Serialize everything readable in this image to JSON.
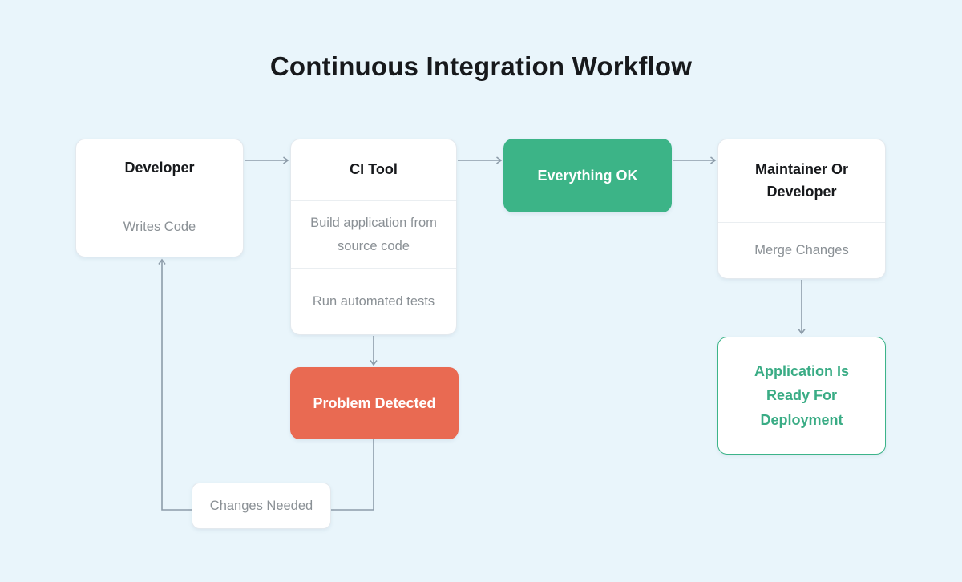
{
  "title": "Continuous Integration Workflow",
  "colors": {
    "background": "#e9f5fb",
    "node_background": "#ffffff",
    "success_fill": "#3cb487",
    "danger_fill": "#e96a52",
    "outline_green": "#3cb489",
    "green_text": "#3aac85",
    "dark_text": "#17191c",
    "gray_text": "#8a9095",
    "connector": "#8d9ca9"
  },
  "nodes": {
    "developer": {
      "title": "Developer",
      "subtitle": "Writes Code"
    },
    "ci_tool": {
      "title": "CI Tool",
      "steps": [
        "Build application from source code",
        "Run automated tests"
      ]
    },
    "everything_ok": {
      "label": "Everything OK"
    },
    "maintainer": {
      "title": "Maintainer Or Developer",
      "subtitle": "Merge Changes"
    },
    "problem_detected": {
      "label": "Problem Detected"
    },
    "application_ready": {
      "label": "Application Is Ready For Deployment"
    },
    "changes_needed": {
      "label": "Changes Needed"
    }
  }
}
